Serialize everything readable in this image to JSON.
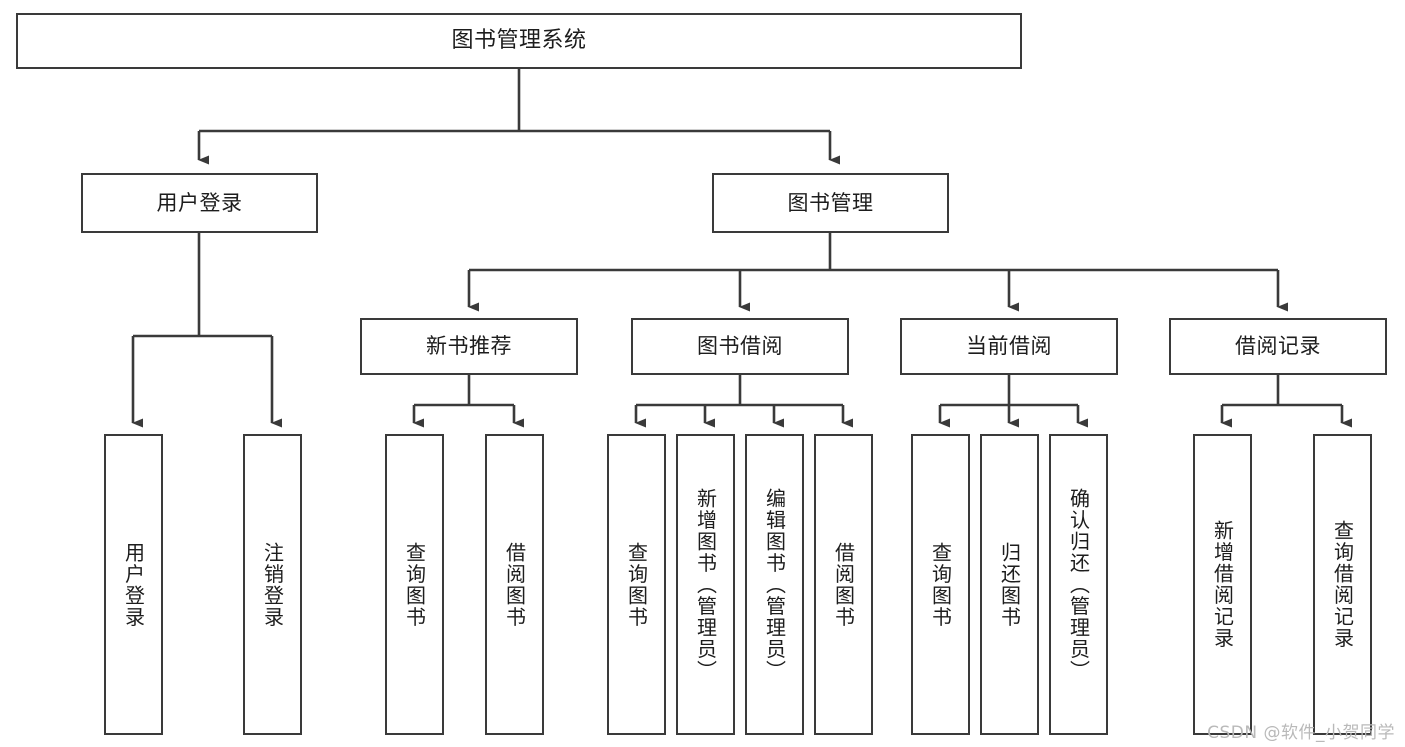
{
  "diagram": {
    "title": "图书管理系统",
    "type": "tree",
    "stroke_color": "#3a3a3a",
    "text_color": "#1d1d1d",
    "background_color": "#ffffff",
    "watermark": "CSDN @软件_小贺同学"
  },
  "nodes": {
    "root": {
      "label": "图书管理系统",
      "level": 0
    },
    "l1": [
      {
        "id": "user_login",
        "label": "用户登录"
      },
      {
        "id": "book_manage",
        "label": "图书管理"
      }
    ],
    "l2": [
      {
        "id": "new_book_rec",
        "label": "新书推荐",
        "parent": "book_manage"
      },
      {
        "id": "book_borrow",
        "label": "图书借阅",
        "parent": "book_manage"
      },
      {
        "id": "current_borrow",
        "label": "当前借阅",
        "parent": "book_manage"
      },
      {
        "id": "borrow_record",
        "label": "借阅记录",
        "parent": "book_manage"
      }
    ],
    "leaves": [
      {
        "id": "leaf_user_login",
        "label": "用户登录",
        "parent": "user_login"
      },
      {
        "id": "leaf_logout",
        "label": "注销登录",
        "parent": "user_login"
      },
      {
        "id": "leaf_query_book_1",
        "label": "查询图书",
        "parent": "new_book_rec"
      },
      {
        "id": "leaf_borrow_book_1",
        "label": "借阅图书",
        "parent": "new_book_rec"
      },
      {
        "id": "leaf_query_book_2",
        "label": "查询图书",
        "parent": "book_borrow"
      },
      {
        "id": "leaf_add_book",
        "label": "新增图书（管理员）",
        "parent": "book_borrow"
      },
      {
        "id": "leaf_edit_book",
        "label": "编辑图书（管理员）",
        "parent": "book_borrow"
      },
      {
        "id": "leaf_borrow_book_2",
        "label": "借阅图书",
        "parent": "book_borrow"
      },
      {
        "id": "leaf_query_book_3",
        "label": "查询图书",
        "parent": "current_borrow"
      },
      {
        "id": "leaf_return_book",
        "label": "归还图书",
        "parent": "current_borrow"
      },
      {
        "id": "leaf_confirm_return",
        "label": "确认归还（管理员）",
        "parent": "current_borrow"
      },
      {
        "id": "leaf_add_record",
        "label": "新增借阅记录",
        "parent": "borrow_record"
      },
      {
        "id": "leaf_query_record",
        "label": "查询借阅记录",
        "parent": "borrow_record"
      }
    ]
  }
}
